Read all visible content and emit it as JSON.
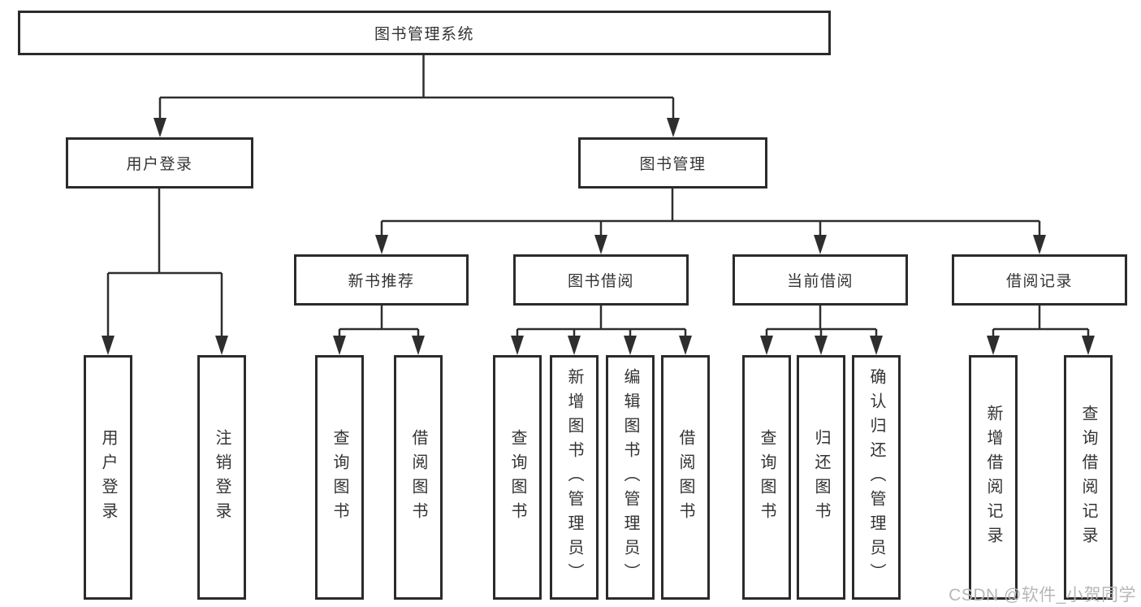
{
  "diagram": {
    "type": "hierarchy-tree",
    "root": {
      "label": "图书管理系统"
    },
    "level2": [
      {
        "id": "user-login",
        "label": "用户登录"
      },
      {
        "id": "book-management",
        "label": "图书管理"
      }
    ],
    "level3": [
      {
        "id": "new-book-recommend",
        "label": "新书推荐",
        "parent": "图书管理"
      },
      {
        "id": "book-borrow",
        "label": "图书借阅",
        "parent": "图书管理"
      },
      {
        "id": "current-borrow",
        "label": "当前借阅",
        "parent": "图书管理"
      },
      {
        "id": "borrow-records",
        "label": "借阅记录",
        "parent": "图书管理"
      }
    ],
    "leaves": [
      {
        "label": "用户登录",
        "parent": "用户登录"
      },
      {
        "label": "注销登录",
        "parent": "用户登录"
      },
      {
        "label": "查询图书",
        "parent": "新书推荐"
      },
      {
        "label": "借阅图书",
        "parent": "新书推荐"
      },
      {
        "label": "查询图书",
        "parent": "图书借阅"
      },
      {
        "label": "新增图书（管理员）",
        "parent": "图书借阅"
      },
      {
        "label": "编辑图书（管理员）",
        "parent": "图书借阅"
      },
      {
        "label": "借阅图书",
        "parent": "图书借阅"
      },
      {
        "label": "查询图书",
        "parent": "当前借阅"
      },
      {
        "label": "归还图书",
        "parent": "当前借阅"
      },
      {
        "label": "确认归还（管理员）",
        "parent": "当前借阅"
      },
      {
        "label": "新增借阅记录",
        "parent": "借阅记录"
      },
      {
        "label": "查询借阅记录",
        "parent": "借阅记录"
      }
    ],
    "watermark": "CSDN @软件_小贺同学",
    "colors": {
      "line": "#2e2e2e",
      "border": "#2b2b2b",
      "text": "#333333",
      "watermark": "#b7b7b7",
      "background": "#ffffff"
    }
  }
}
